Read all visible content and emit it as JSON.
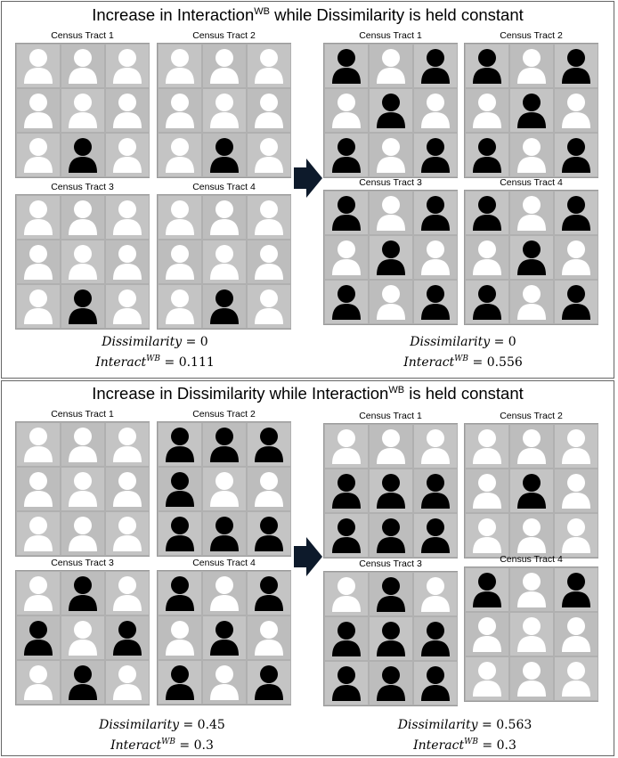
{
  "panels": [
    {
      "id": "top",
      "title_pre": "Increase in Interaction",
      "title_sup": "WB",
      "title_post": " while Dissimilarity is held constant",
      "before": {
        "tracts": [
          {
            "label": "Census Tract 1",
            "cells": "WWWWWWWBW"
          },
          {
            "label": "Census Tract 2",
            "cells": "WWWWWWWBW"
          },
          {
            "label": "Census Tract 3",
            "cells": "WWWWWWWBW"
          },
          {
            "label": "Census Tract 4",
            "cells": "WWWWWWWBW"
          }
        ],
        "dissimilarity_label": "Dissimilarity",
        "dissimilarity_value": "0",
        "interact_label": "Interact",
        "interact_sup": "WB",
        "interact_value": "0.111"
      },
      "after": {
        "tracts": [
          {
            "label": "Census Tract 1",
            "cells": "BWBWBWBWB"
          },
          {
            "label": "Census Tract 2",
            "cells": "BWBWBWBWB"
          },
          {
            "label": "Census Tract 3",
            "cells": "BWBWBWBWB"
          },
          {
            "label": "Census Tract 4",
            "cells": "BWBWBWBWB"
          }
        ],
        "dissimilarity_label": "Dissimilarity",
        "dissimilarity_value": "0",
        "interact_label": "Interact",
        "interact_sup": "WB",
        "interact_value": "0.556"
      }
    },
    {
      "id": "bottom",
      "title_pre": "Increase in Dissimilarity while Interaction",
      "title_sup": "WB",
      "title_post": " is held constant",
      "before": {
        "tracts": [
          {
            "label": "Census Tract 1",
            "cells": "WWWWWWWWW"
          },
          {
            "label": "Census Tract 2",
            "cells": "BBBBWWBBB"
          },
          {
            "label": "Census Tract 3",
            "cells": "WBWBWBWBW"
          },
          {
            "label": "Census Tract 4",
            "cells": "BWBWBWBWB"
          }
        ],
        "dissimilarity_label": "Dissimilarity",
        "dissimilarity_value": "0.45",
        "interact_label": "Interact",
        "interact_sup": "WB",
        "interact_value": "0.3"
      },
      "after": {
        "tracts": [
          {
            "label": "Census Tract 1",
            "cells": "WWWBBBBBB"
          },
          {
            "label": "Census Tract 2",
            "cells": "WWWWBWWWW"
          },
          {
            "label": "Census Tract 3",
            "cells": "WBWBBBBBB"
          },
          {
            "label": "Census Tract 4",
            "cells": "BWBWWWWWW"
          }
        ],
        "dissimilarity_label": "Dissimilarity",
        "dissimilarity_value": "0.563",
        "interact_label": "Interact",
        "interact_sup": "WB",
        "interact_value": "0.3"
      }
    }
  ],
  "colors": {
    "white_person": "#ffffff",
    "black_person": "#000000",
    "cell_bg": "#c4c4c4",
    "arrow": "#0d1a2b"
  }
}
